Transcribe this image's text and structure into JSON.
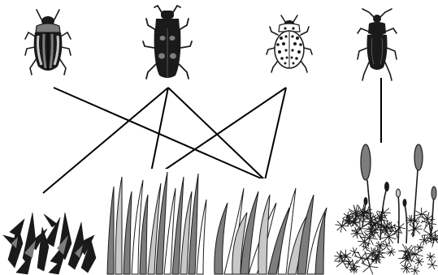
{
  "colors": {
    "background": "#ffffff",
    "line": "#000000",
    "dark": "#1a1a1a",
    "mid_gray": "#7d7d7d",
    "light_gray": "#c8c8c8",
    "white": "#ffffff"
  },
  "beetles": [
    {
      "id": "beetle-1",
      "icon": "striped-leaf-beetle-icon"
    },
    {
      "id": "beetle-2",
      "icon": "four-spot-beetle-icon"
    },
    {
      "id": "beetle-3",
      "icon": "spotted-ladybird-icon"
    },
    {
      "id": "beetle-4",
      "icon": "black-ground-beetle-icon"
    }
  ],
  "habitats": [
    {
      "id": "habitat-1",
      "icon": "low-dark-vegetation-icon"
    },
    {
      "id": "habitat-2",
      "icon": "tall-grass-icon"
    },
    {
      "id": "habitat-3",
      "icon": "mixed-grass-icon"
    },
    {
      "id": "habitat-4",
      "icon": "moss-with-sporophytes-icon"
    }
  ],
  "links": [
    {
      "beetle": 1,
      "habitat": 3
    },
    {
      "beetle": 2,
      "habitat": 1
    },
    {
      "beetle": 2,
      "habitat": 2
    },
    {
      "beetle": 2,
      "habitat": 3
    },
    {
      "beetle": 3,
      "habitat": 2
    },
    {
      "beetle": 3,
      "habitat": 3
    },
    {
      "beetle": 4,
      "habitat": 4
    }
  ]
}
